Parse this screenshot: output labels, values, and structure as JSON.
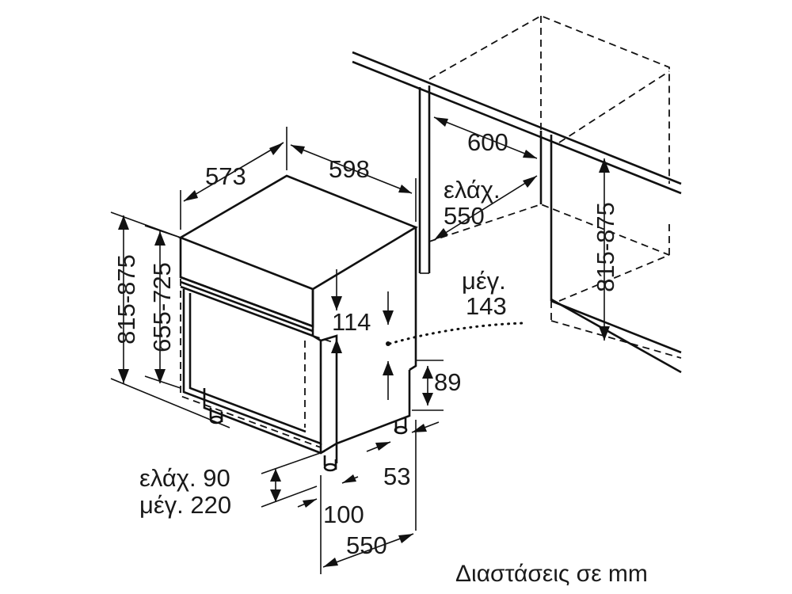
{
  "diagram": {
    "caption": "Διαστάσεις σε mm",
    "labels": {
      "depth_573": "573",
      "width_598": "598",
      "niche_width_600": "600",
      "niche_depth_prefix": "ελάχ.",
      "niche_depth_550": "550",
      "niche_height": "815-875",
      "height_left": "815-875",
      "height_inner": "655-725",
      "panel_max_prefix": "μέγ.",
      "panel_max_143": "143",
      "panel_114": "114",
      "plinth_89": "89",
      "recess_53": "53",
      "feet_min": "ελάχ. 90",
      "feet_max": "μέγ. 220",
      "front_100": "100",
      "bottom_550": "550"
    }
  }
}
